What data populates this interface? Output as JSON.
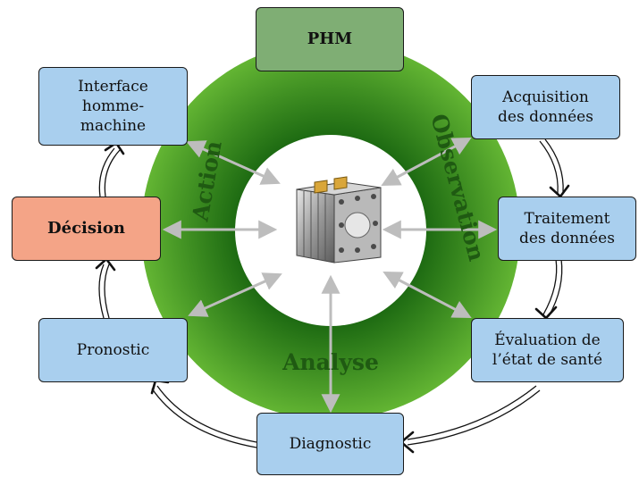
{
  "phm_label": "PHM",
  "center_object": "fuel-cell-stack",
  "ring_labels": {
    "action": "Action",
    "observation": "Observation",
    "analysis": "Analyse"
  },
  "nodes": {
    "interface": "Interface\nhomme-\nmachine",
    "acquisition": "Acquisition\ndes données",
    "decision": "Décision",
    "traitement": "Traitement\ndes données",
    "pronostic": "Pronostic",
    "evaluation": "Évaluation de\nl’état de santé",
    "diagnostic": "Diagnostic"
  },
  "colors": {
    "ring_outer": "#5fb030",
    "ring_inner": "#1d6a12",
    "node_fill": "#a9cfee",
    "phm_fill": "#7fae74",
    "decision_fill": "#f4a487",
    "arrow": "#bdbdbd"
  }
}
